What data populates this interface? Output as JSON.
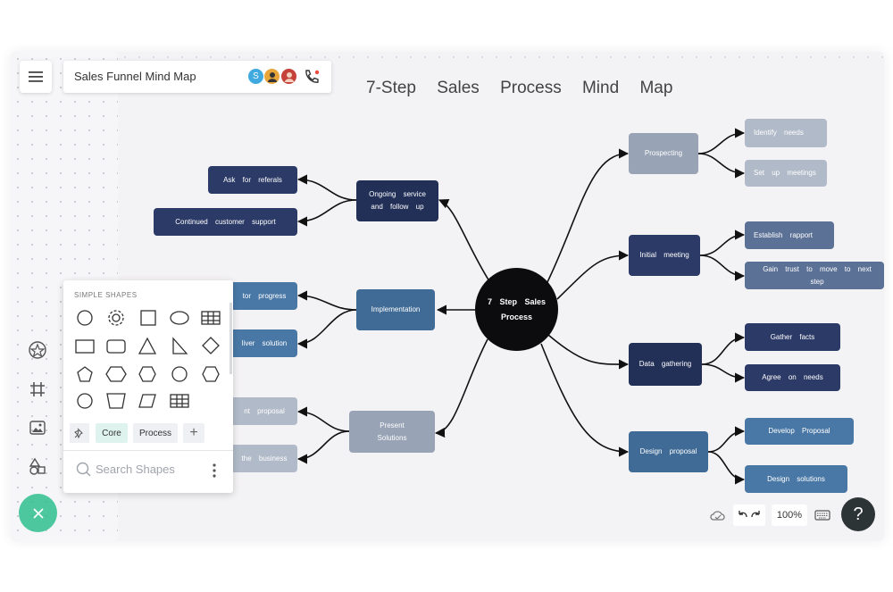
{
  "app": {
    "doc_title": "Sales Funnel Mind Map",
    "avatar_initial": "S"
  },
  "canvas": {
    "title": "7-Step Sales Process Mind Map",
    "hub": "7 Step Sales Process",
    "right_branches": [
      {
        "label": "Prospecting",
        "children": [
          "Identify needs",
          "Set up meetings"
        ]
      },
      {
        "label": "Initial meeting",
        "children": [
          "Establish rapport",
          "Gain trust to move to next step"
        ]
      },
      {
        "label": "Data gathering",
        "children": [
          "Gather facts",
          "Agree on needs"
        ]
      },
      {
        "label": "Design proposal",
        "children": [
          "Develop Proposal",
          "Design solutions"
        ]
      }
    ],
    "left_branches": [
      {
        "label": "Ongoing service and follow up",
        "children": [
          "Ask for referals",
          "Continued customer support"
        ]
      },
      {
        "label": "Implementation",
        "children": [
          "tor progress",
          "liver solution"
        ]
      },
      {
        "label": "Present Solutions",
        "children": [
          "nt proposal",
          "the business"
        ]
      }
    ]
  },
  "shape_panel": {
    "heading": "SIMPLE SHAPES",
    "tags": [
      "Core",
      "Process"
    ],
    "search_placeholder": "Search Shapes"
  },
  "bottom_bar": {
    "zoom": "100%",
    "help": "?"
  },
  "icons": {
    "menu": "menu-icon",
    "phone": "phone-call-icon",
    "close": "close-icon"
  },
  "colors": {
    "hub": "#0c0c0e",
    "fab": "#2fbf8f",
    "navy": "#223058",
    "gray": "#98a3b5"
  }
}
